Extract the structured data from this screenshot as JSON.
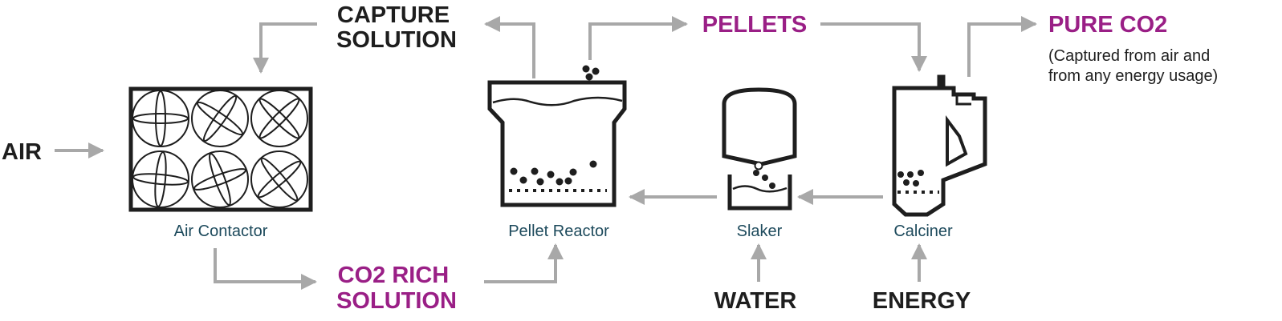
{
  "colors": {
    "dark": "#1e1e1e",
    "accent": "#9a1f86",
    "unit": "#1d4a5c",
    "arrow": "#a8a8a8"
  },
  "flows": {
    "air": "AIR",
    "capture_solution": [
      "CAPTURE",
      "SOLUTION"
    ],
    "pellets": "PELLETS",
    "pure_co2": "PURE CO2",
    "pure_co2_note": [
      "(Captured from air and",
      "from any energy usage)"
    ],
    "co2_rich_solution": [
      "CO2 RICH",
      "SOLUTION"
    ],
    "water": "WATER",
    "energy": "ENERGY"
  },
  "units": {
    "air_contactor": "Air Contactor",
    "pellet_reactor": "Pellet Reactor",
    "slaker": "Slaker",
    "calciner": "Calciner"
  }
}
